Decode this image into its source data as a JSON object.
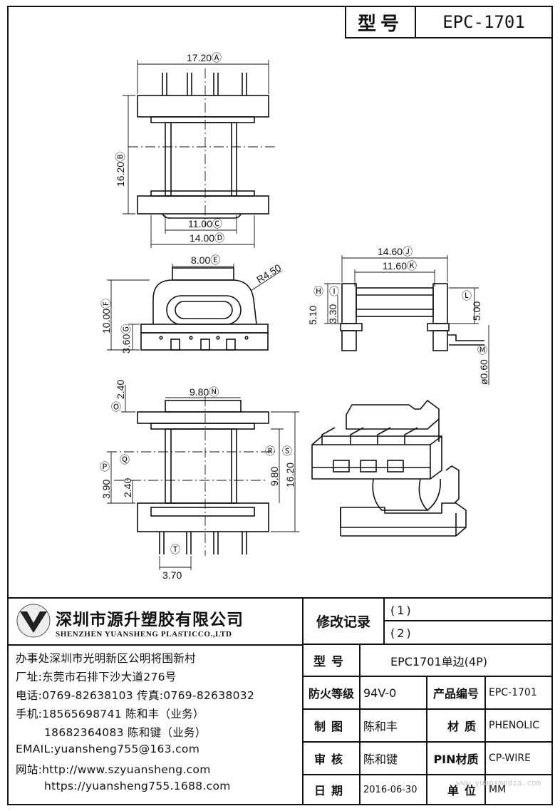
{
  "header": {
    "label": "型号",
    "value": "EPC-1701"
  },
  "dims": {
    "A": "17.20Ⓐ",
    "B": "16.20Ⓑ",
    "C": "11.00Ⓒ",
    "D": "14.00Ⓓ",
    "E": "8.00Ⓔ",
    "R": "R4.50",
    "F": "10.00Ⓕ",
    "G": "3.60Ⓖ",
    "J": "14.60Ⓙ",
    "K": "11.60Ⓚ",
    "H": "Ⓗ",
    "H_val": "5.10",
    "I": "Ⓘ",
    "I_val": "3.30",
    "L": "Ⓛ",
    "L_val": "5.00",
    "M": "Ⓜ",
    "M_val": "ø0.60",
    "N": "9.80Ⓝ",
    "O": "Ⓞ",
    "O_val": "2.40",
    "P": "Ⓟ",
    "P_val": "3.90",
    "Q": "Ⓠ",
    "Q_val": "2.40",
    "R2": "Ⓡ",
    "R2_val": "9.80",
    "S": "Ⓢ",
    "S_val": "16.20",
    "T": "Ⓣ",
    "T_val": "3.70"
  },
  "company": {
    "name_cn": "深圳市源升塑胶有限公司",
    "name_en": "SHENZHEN YUANSHENG PLASTICCO.,LTD",
    "office": "办事处深圳市光明新区公明将围新村",
    "factory": "厂址:东莞市石排下沙大道276号",
    "tel": "电话:0769-82638103 传真:0769-82638032",
    "mobile1": "手机:18565698741 陈和丰（业务）",
    "mobile2": "18682364083 陈和键（业务）",
    "email": "EMAIL:yuansheng755@163.com",
    "web1": "网站:http://www.szyuansheng.com",
    "web2": "https://yuansheng755.1688.com"
  },
  "table": {
    "revision_label": "修改记录",
    "rev1": "(1)",
    "rev2": "(2)",
    "model_label": "型号",
    "model_value": "EPC1701单边(4P)",
    "fire_label": "防火等级",
    "fire_value": "94V-0",
    "product_no_label": "产品编号",
    "product_no_value": "EPC-1701",
    "drawn_label": "制图",
    "drawn_value": "陈和丰",
    "material_label": "材质",
    "material_value": "PHENOLIC",
    "check_label": "审核",
    "check_value": "陈和键",
    "pin_label": "PIN材质",
    "pin_value": "CP-WIRE",
    "date_label": "日期",
    "date_value": "2016-06-30",
    "unit_label": "单位",
    "unit_value": "MM"
  },
  "watermark": "www.yuansmedia.com"
}
